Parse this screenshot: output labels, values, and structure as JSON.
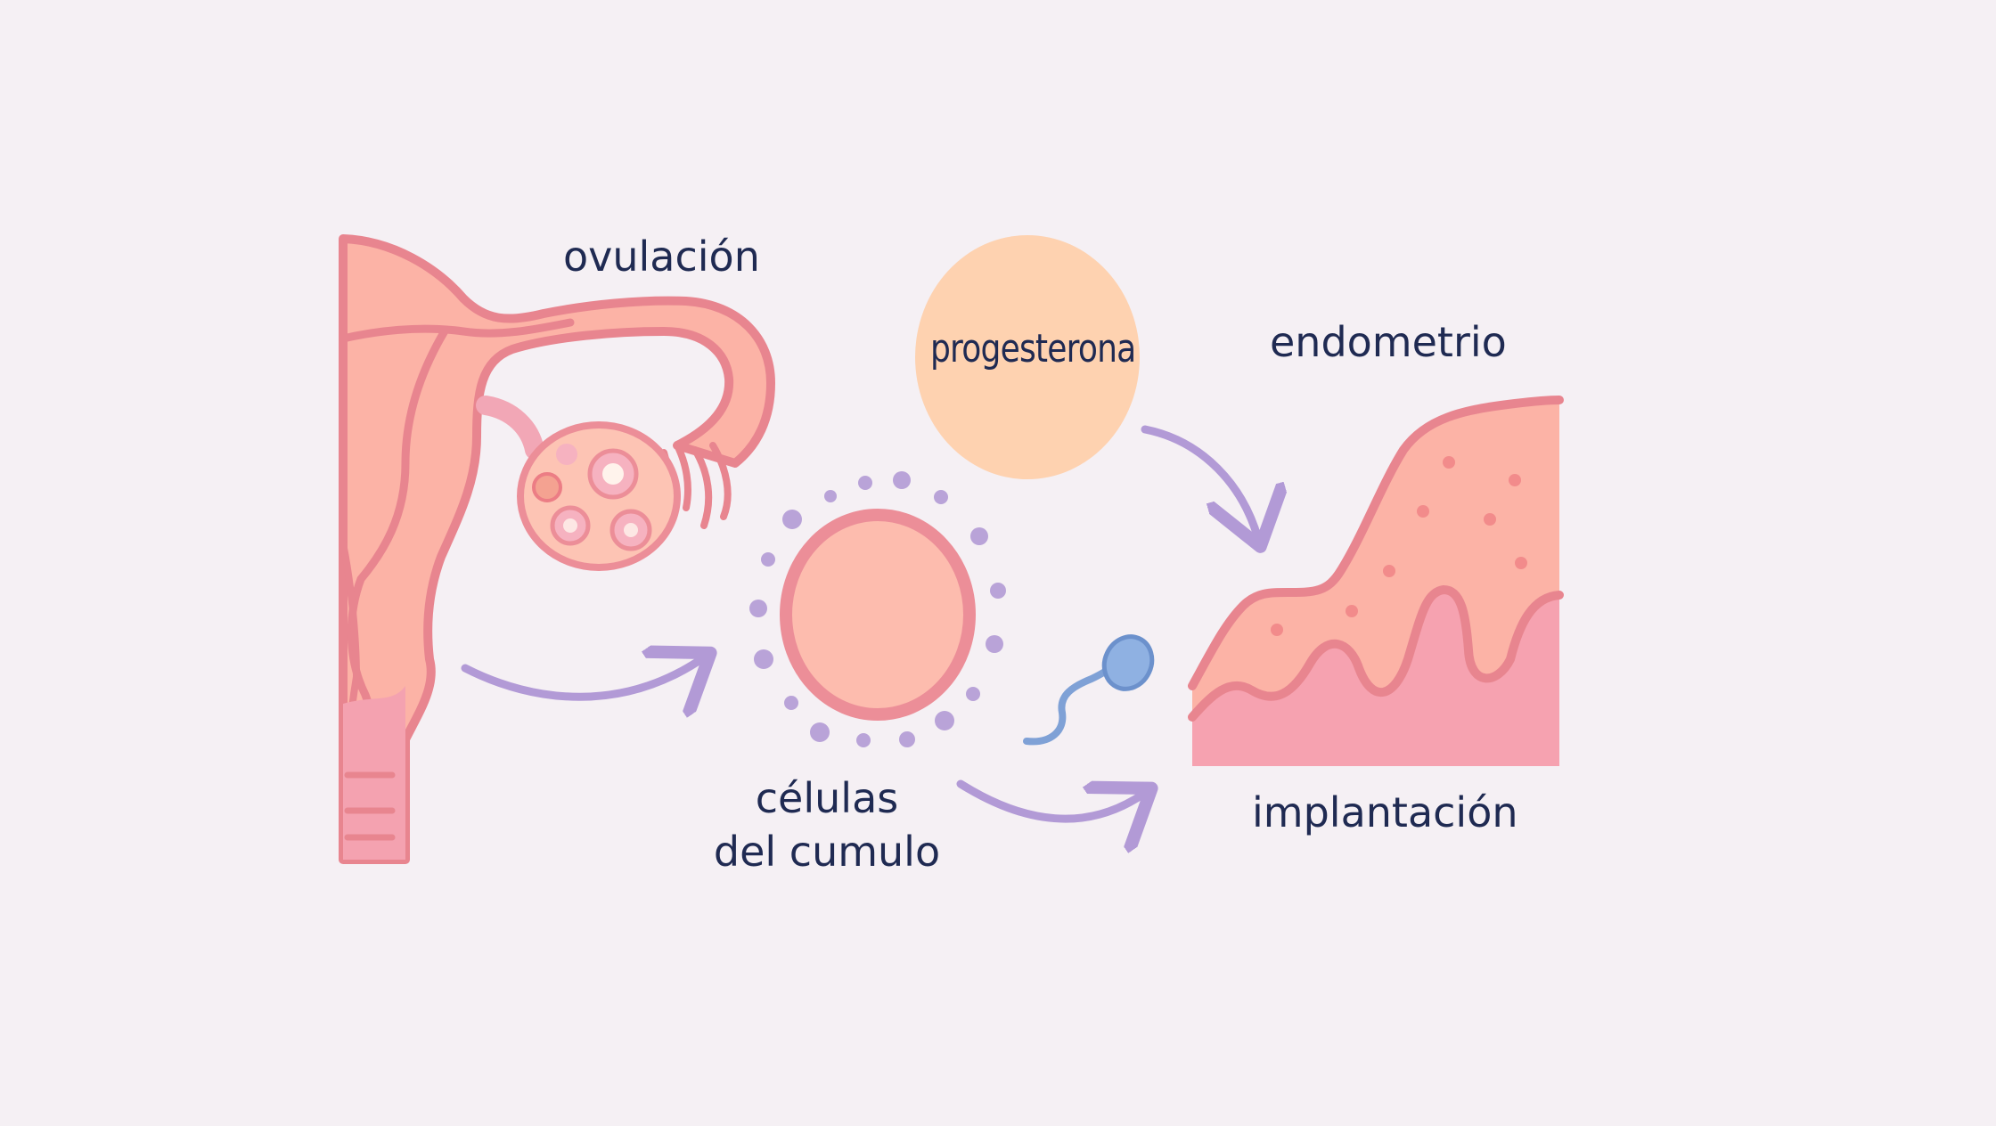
{
  "labels": {
    "ovulation": "ovulación",
    "hormone": "progesterona",
    "endometrium": "endometrio",
    "cumulus": "células\ndel cumulo",
    "implantation": "implantación"
  },
  "colors": {
    "background": "#f5f0f4",
    "tissue_fill": "#fcb3a6",
    "tissue_stroke": "#e8858f",
    "tissue_deep": "#f4a2b0",
    "egg_fill": "#fdbcae",
    "egg_ring": "#ec8e98",
    "hormone_fill": "#fed2b0",
    "arrow": "#b29ad6",
    "cumulus_dots": "#b9a3d8",
    "sperm": "#7fa1d6",
    "text": "#1f2a52"
  }
}
